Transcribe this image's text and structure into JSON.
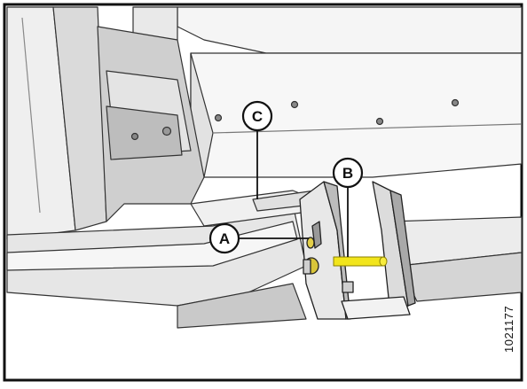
{
  "callouts": {
    "a": {
      "label": "A"
    },
    "b": {
      "label": "B"
    },
    "c": {
      "label": "C"
    }
  },
  "figure_id": "1021177",
  "colors": {
    "line": "#111111",
    "fill_light": "#f4f4f4",
    "fill_mid": "#dcdcdc",
    "fill_dark": "#a9a9a9",
    "pin": "#f2e51c",
    "bolt": "#d9c53a"
  }
}
